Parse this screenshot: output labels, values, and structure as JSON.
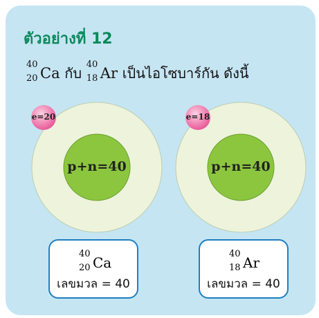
{
  "title": "ตัวอย่างที่ 12",
  "statement": {
    "left": {
      "mass": "40",
      "atomic": "20",
      "symbol": "Ca"
    },
    "connector": "กับ",
    "right": {
      "mass": "40",
      "atomic": "18",
      "symbol": "Ar"
    },
    "text": "เป็นไอโซบาร์กัน ดังนี้"
  },
  "atoms": [
    {
      "electron_label": "e=20",
      "nucleus_label": "p+n=40",
      "mass": "40",
      "atomic": "20",
      "symbol": "Ca",
      "mass_number_text": "เลขมวล = 40"
    },
    {
      "electron_label": "e=18",
      "nucleus_label": "p+n=40",
      "mass": "40",
      "atomic": "18",
      "symbol": "Ar",
      "mass_number_text": "เลขมวล = 40"
    }
  ],
  "colors": {
    "background": "#c6e5f3",
    "title": "#0a8a5c",
    "outer_shell": "#eef3dc",
    "nucleus": "#8cc63f",
    "electron": "#e95a99",
    "box_border": "#1e7fc0"
  }
}
